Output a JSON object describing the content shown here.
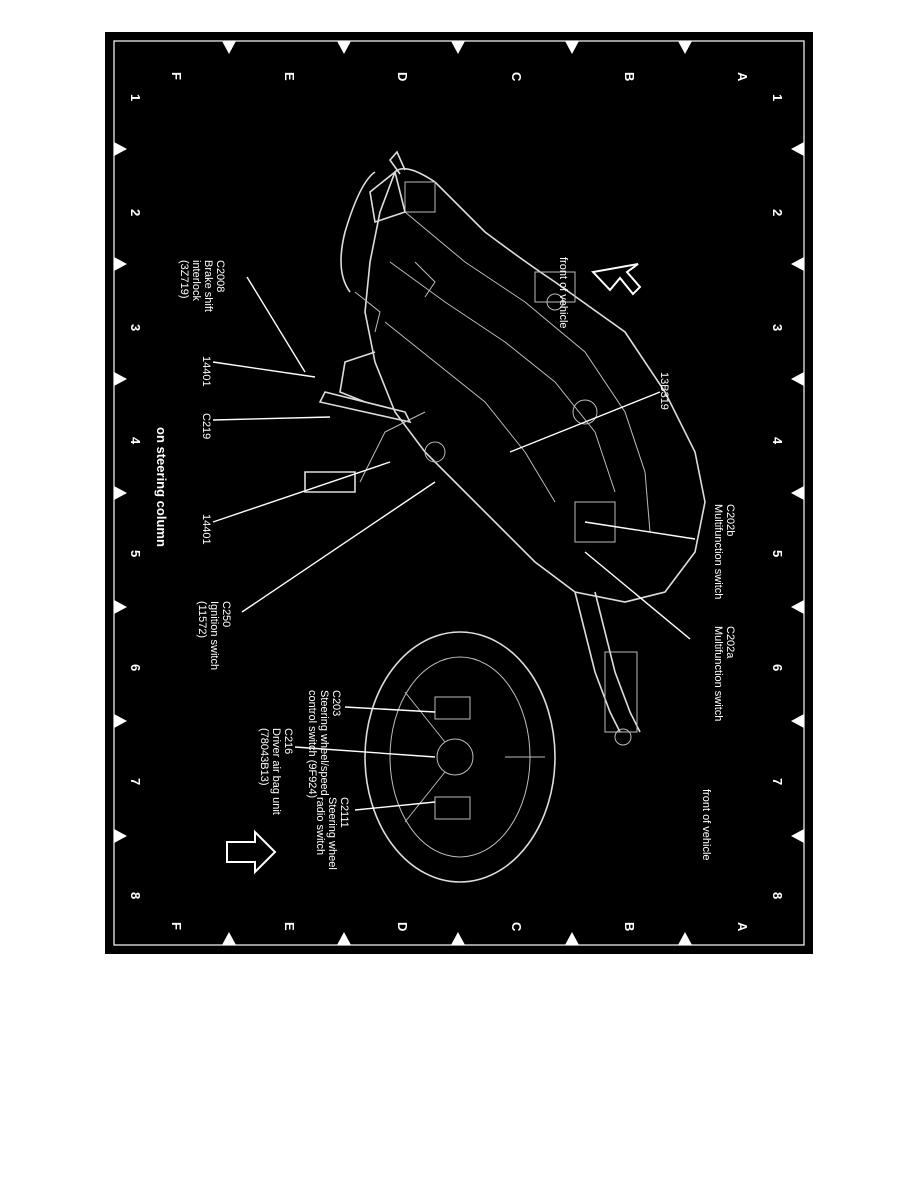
{
  "grid": {
    "rows": [
      "A",
      "B",
      "C",
      "D",
      "E",
      "F"
    ],
    "cols": [
      "1",
      "2",
      "3",
      "4",
      "5",
      "6",
      "7",
      "8"
    ]
  },
  "title": "on steering column",
  "labels": {
    "front_upper": "front of vehicle",
    "front_lower": "front of vehicle",
    "c202b": [
      "C202b",
      "Multifunction switch"
    ],
    "c202a": [
      "C202a",
      "Multifunction switch"
    ],
    "p13b319": [
      "13B319"
    ],
    "c2008": [
      "C2008",
      "Brake shift",
      "interlock",
      "(3Z719)"
    ],
    "p14401_a": [
      "14401"
    ],
    "c219": [
      "C219"
    ],
    "p14401_b": [
      "14401"
    ],
    "c250": [
      "C250",
      "Ignition switch",
      "(11572)"
    ],
    "c203": [
      "C203",
      "Steering wheel/speed",
      "control switch (9F924)"
    ],
    "c216": [
      "C216",
      "Driver air bag unit",
      "(78043B13)"
    ],
    "c2111": [
      "C2111",
      "Steering wheel",
      "radio switch"
    ]
  },
  "colors": {
    "background": "#000000",
    "ink": "#ffffff",
    "page": "#ffffff"
  }
}
